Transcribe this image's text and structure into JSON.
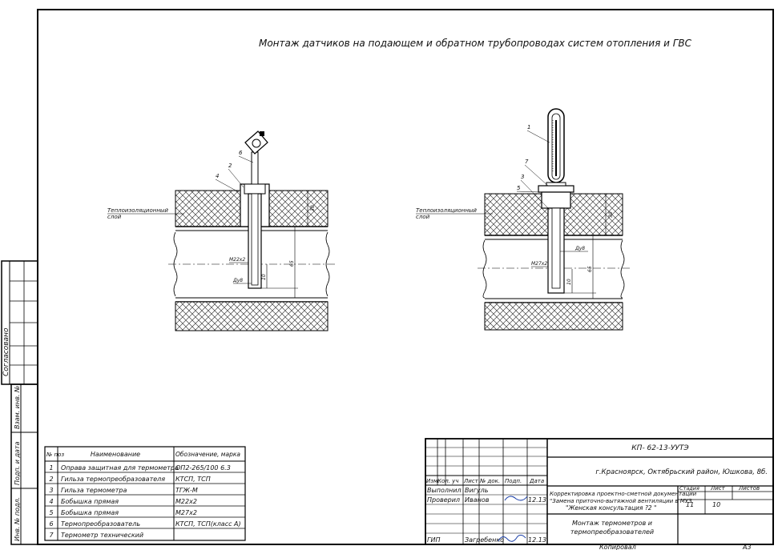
{
  "drawing": {
    "title": "Монтаж датчиков на подающем и обратном трубопроводах систем отопления и ГВС",
    "insulation_label_1": "Теплоизоляционный",
    "insulation_label_2": "слой",
    "thread_left": "М22х2",
    "thread_right": "М27х2",
    "dy_left": "Ду8",
    "dy_right": "Ду8",
    "dim_30": "30",
    "dim_65": "65",
    "dim_10": "10",
    "callouts_left": [
      "6",
      "2",
      "4"
    ],
    "callouts_right": [
      "1",
      "7",
      "3",
      "5"
    ]
  },
  "side_stamp": {
    "agreed": "Согласовано",
    "inv_orig": "Взам. инв. №",
    "sign_date": "Подп. и дата",
    "inv_podl": "Инв. № подл."
  },
  "spec_table": {
    "headers": [
      "№ поз",
      "Наименование",
      "Обозначение, марка"
    ],
    "rows": [
      [
        "1",
        "Оправа защитная для термометра",
        "ОП2-265/100 6.3"
      ],
      [
        "2",
        "Гильза термопреобразователя",
        "КТСП, ТСП"
      ],
      [
        "3",
        "Гильза термометра",
        "ТГЖ-М"
      ],
      [
        "4",
        "Бобышка прямая",
        "М22х2"
      ],
      [
        "5",
        "Бобышка прямая",
        "М27х2"
      ],
      [
        "6",
        "Термопреобразователь",
        "КТСП, ТСП(класс А)"
      ],
      [
        "7",
        "Термометр технический",
        ""
      ]
    ]
  },
  "title_block": {
    "code": "КП- 62-13-УУТЭ",
    "address": "г.Красноярск, Октябрьский район, Юшкова, 8б.",
    "col_izm": "Изм.",
    "col_kol": "Кол. уч",
    "col_list": "Лист",
    "col_doc": "№ док.",
    "col_sign": "Подп.",
    "col_date": "Дата",
    "role_1": "Выполнил",
    "name_1": "Вигуль",
    "role_2": "Проверил",
    "name_2": "Иванов",
    "date_2": "12.13",
    "role_3": "ГИП",
    "role_4": "Загребенко",
    "date_4": "12.13",
    "project_1": "Корректировка проектно-сметной документации",
    "project_2": "\"Замена приточно-вытяжной вентиляции в МУЗ",
    "project_3": "\"Женская консультация ?2 \"",
    "sheet_title_1": "Монтаж термометров и",
    "sheet_title_2": "термопреобразователей",
    "h_stage": "Стадия",
    "h_sheet": "Лист",
    "h_sheets": "Листов",
    "sheet_no": "10",
    "stage_mark": "11",
    "copied": "Копировал",
    "format": "А3"
  }
}
